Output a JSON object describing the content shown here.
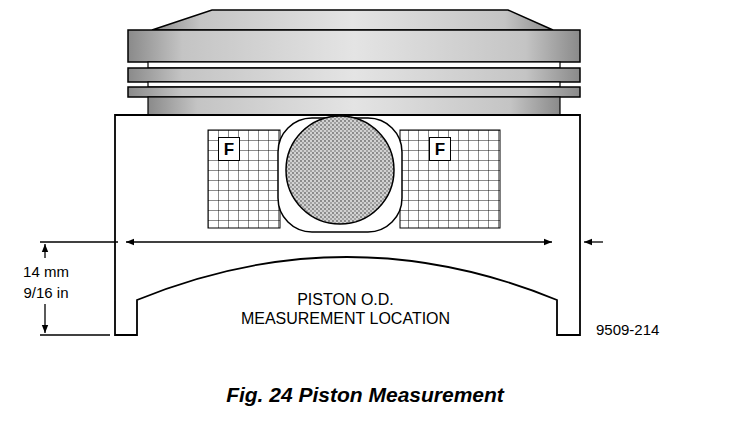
{
  "diagram": {
    "caption": "Fig. 24 Piston Measurement",
    "labels": [
      "F",
      "F",
      "14 mm",
      "9/16 in",
      "PISTON O.D. MEASUREMENT LOCATION",
      "9509-214"
    ]
  }
}
